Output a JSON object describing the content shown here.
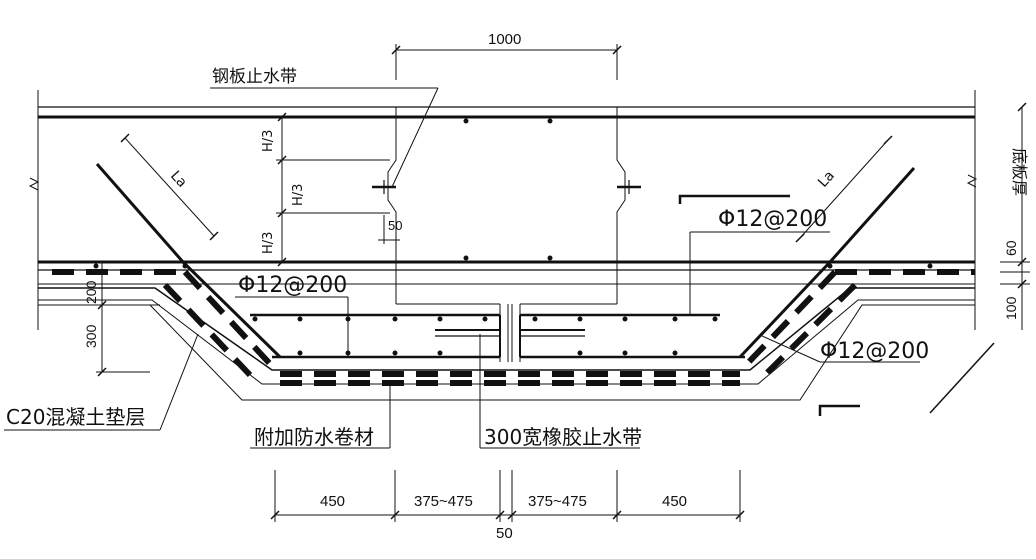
{
  "labels": {
    "steel_waterstop": "钢板止水带",
    "rebar_top_right": "Φ12@200",
    "rebar_left": "Φ12@200",
    "rebar_right": "Φ12@200",
    "c20_layer": "C20混凝土垫层",
    "extra_membrane": "附加防水卷材",
    "rubber_waterstop": "300宽橡胶止水带",
    "slab_thickness": "底板厚",
    "la_left": "La",
    "la_right": "La",
    "h3_top": "H/3",
    "h3_mid": "H/3",
    "h3_bottom": "H/3"
  },
  "dimensions": {
    "top_width": "1000",
    "offset_50": "50",
    "left_200": "200",
    "left_300": "300",
    "right_60": "60",
    "right_100": "100",
    "bottom_450_left": "450",
    "bottom_375_475_left": "375~475",
    "bottom_375_475_right": "375~475",
    "bottom_450_right": "450",
    "bottom_50": "50"
  },
  "colors": {
    "line": "#111111",
    "background": "#ffffff"
  }
}
